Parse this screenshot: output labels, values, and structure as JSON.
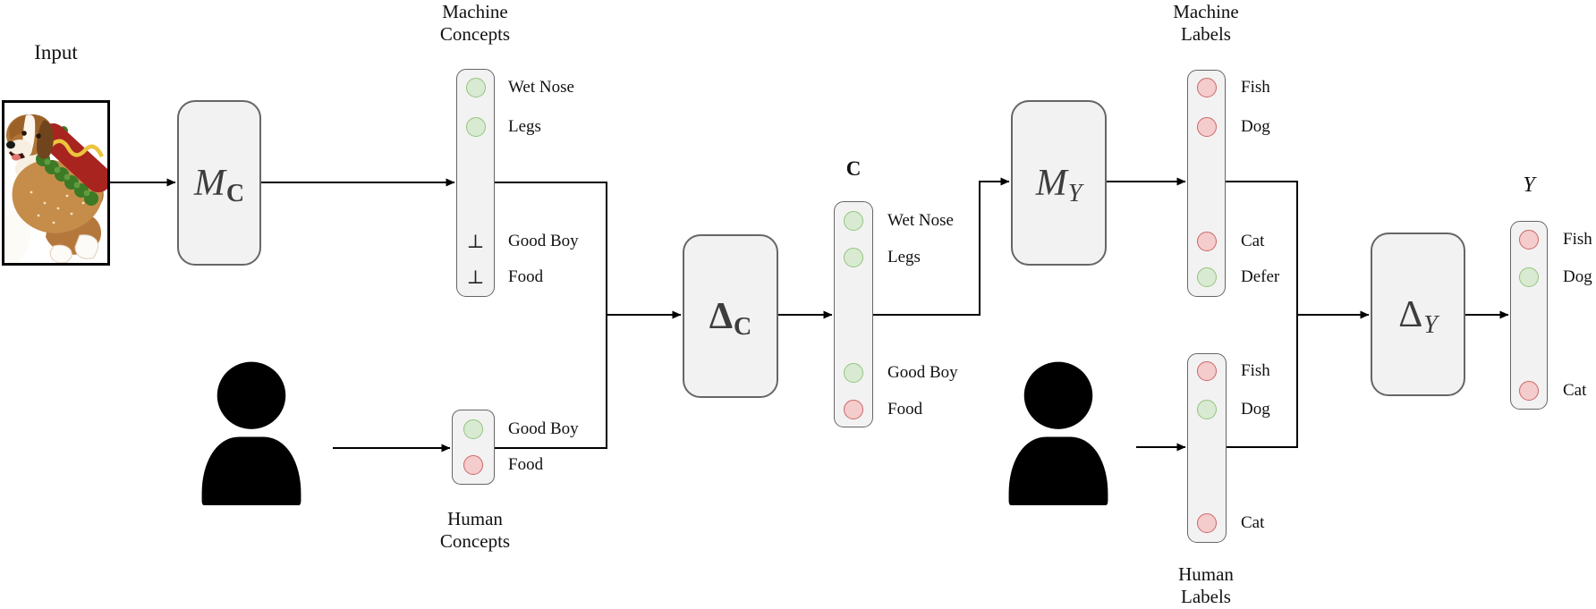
{
  "input_label": "Input",
  "symbols": {
    "bottom": "⊥"
  },
  "nodes": {
    "mc": {
      "base": "M",
      "sub": "C"
    },
    "delta_c": {
      "base": "Δ",
      "sub": "C"
    },
    "my": {
      "base": "M",
      "sub": "Y"
    },
    "delta_y": {
      "base": "Δ",
      "sub": "Y"
    }
  },
  "machine_concepts": {
    "title": [
      "Machine",
      "Concepts"
    ],
    "items": [
      {
        "label": "Wet Nose",
        "state": "green"
      },
      {
        "label": "Legs",
        "state": "green"
      },
      {
        "label": "Good Boy",
        "state": "bottom"
      },
      {
        "label": "Food",
        "state": "bottom"
      }
    ]
  },
  "human_concepts": {
    "title": [
      "Human",
      "Concepts"
    ],
    "items": [
      {
        "label": "Good Boy",
        "state": "green"
      },
      {
        "label": "Food",
        "state": "red"
      }
    ]
  },
  "concept_vector": {
    "title": "C",
    "items": [
      {
        "label": "Wet Nose",
        "state": "green"
      },
      {
        "label": "Legs",
        "state": "green"
      },
      {
        "label": "Good Boy",
        "state": "green"
      },
      {
        "label": "Food",
        "state": "red"
      }
    ]
  },
  "machine_labels": {
    "title": [
      "Machine",
      "Labels"
    ],
    "items": [
      {
        "label": "Fish",
        "state": "red"
      },
      {
        "label": "Dog",
        "state": "red"
      },
      {
        "label": "Cat",
        "state": "red"
      },
      {
        "label": "Defer",
        "state": "green"
      }
    ]
  },
  "human_labels": {
    "title": [
      "Human",
      "Labels"
    ],
    "items": [
      {
        "label": "Fish",
        "state": "red"
      },
      {
        "label": "Dog",
        "state": "green"
      },
      {
        "label": "Cat",
        "state": "red"
      }
    ]
  },
  "output_vector": {
    "title": "Y",
    "items": [
      {
        "label": "Fish",
        "state": "red"
      },
      {
        "label": "Dog",
        "state": "green"
      },
      {
        "label": "Cat",
        "state": "red"
      }
    ]
  },
  "colors": {
    "box_fill": "#f2f2f2",
    "box_border": "#666666",
    "wire": "#000000",
    "green_fill": "#d9ead3",
    "green_border": "#93c47d",
    "red_fill": "#f4cccc",
    "red_border": "#cc6666"
  }
}
